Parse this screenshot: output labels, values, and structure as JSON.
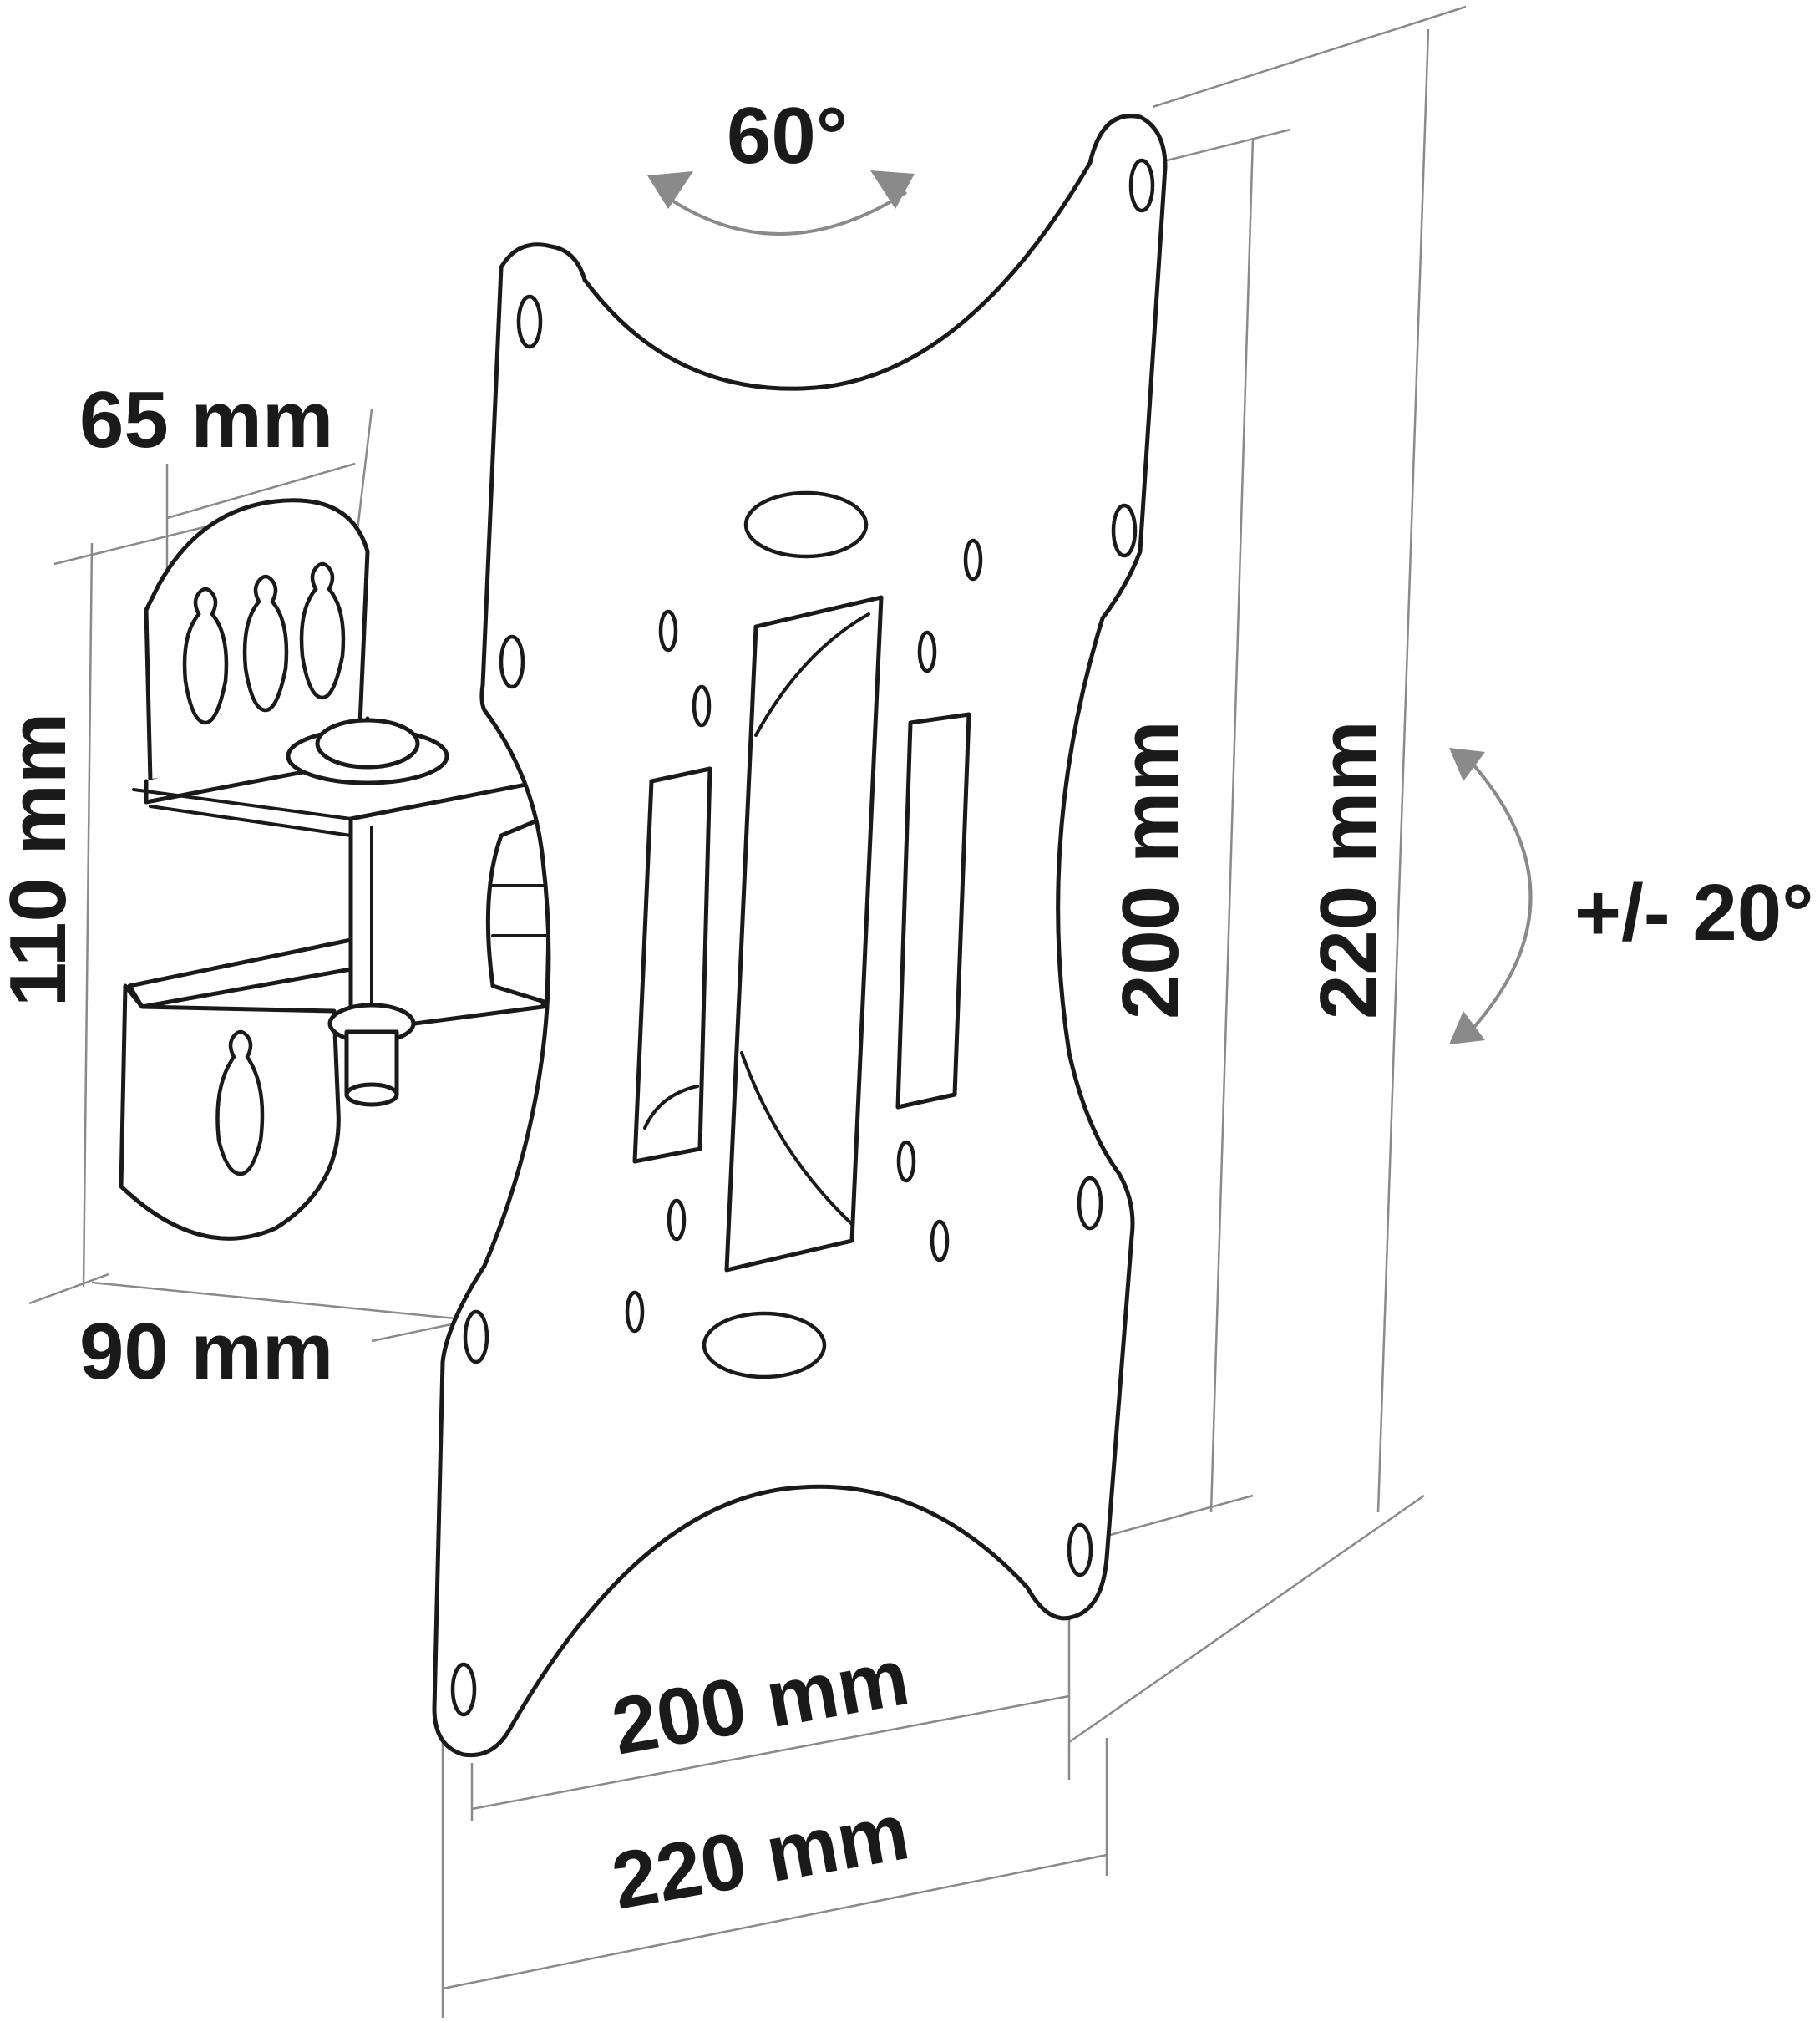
{
  "diagram": {
    "swivel_angle": "60°",
    "tilt_angle": "+/- 20°",
    "wall_plate_depth": "65 mm",
    "arm_height": "110 mm",
    "arm_width": "90 mm",
    "vesa_vertical_inner": "200 mm",
    "plate_vertical_outer": "220 mm",
    "vesa_horizontal_inner": "200 mm",
    "plate_horizontal_outer": "220 mm"
  },
  "colors": {
    "outline": "#1a1a1a",
    "dimension_lines": "#8a8a8a",
    "background": "#ffffff"
  }
}
